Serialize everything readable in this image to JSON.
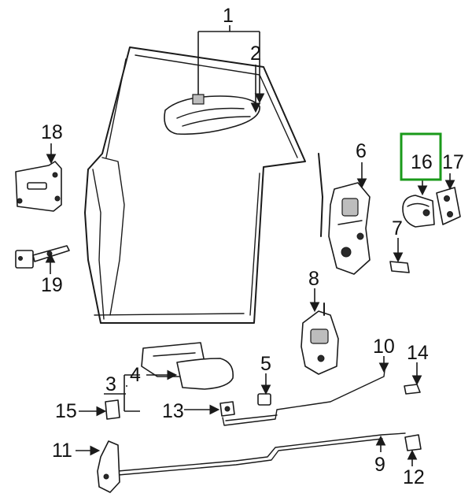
{
  "diagram": {
    "highlight_color": "#1a9a1a",
    "highlighted_callout": "16",
    "callouts": [
      {
        "id": "c1",
        "label": "1"
      },
      {
        "id": "c2",
        "label": "2"
      },
      {
        "id": "c3",
        "label": "3"
      },
      {
        "id": "c4",
        "label": "4"
      },
      {
        "id": "c5",
        "label": "5"
      },
      {
        "id": "c6",
        "label": "6"
      },
      {
        "id": "c7",
        "label": "7"
      },
      {
        "id": "c8",
        "label": "8"
      },
      {
        "id": "c9",
        "label": "9"
      },
      {
        "id": "c10",
        "label": "10"
      },
      {
        "id": "c11",
        "label": "11"
      },
      {
        "id": "c12",
        "label": "12"
      },
      {
        "id": "c13",
        "label": "13"
      },
      {
        "id": "c14",
        "label": "14"
      },
      {
        "id": "c15",
        "label": "15"
      },
      {
        "id": "c16",
        "label": "16"
      },
      {
        "id": "c17",
        "label": "17"
      },
      {
        "id": "c18",
        "label": "18"
      },
      {
        "id": "c19",
        "label": "19"
      }
    ]
  }
}
